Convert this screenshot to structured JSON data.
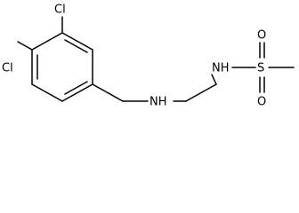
{
  "molecule": {
    "atoms": {
      "cl_top": "Cl",
      "cl_left": "Cl",
      "nh_mid": "NH",
      "nh_right": "NH",
      "s": "S",
      "o_top": "O",
      "o_bottom": "O"
    }
  }
}
